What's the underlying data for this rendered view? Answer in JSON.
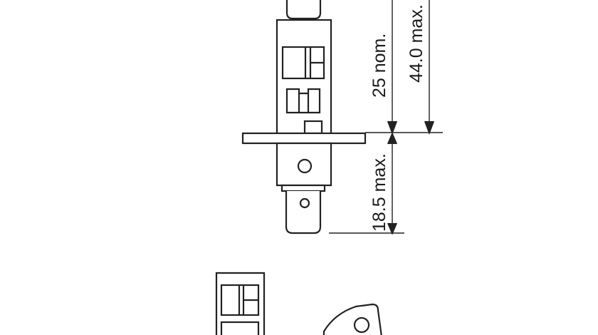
{
  "dimensions": {
    "nominal_length": "25 nom.",
    "max_length": "44.0 max.",
    "base_length": "18.5 max."
  }
}
